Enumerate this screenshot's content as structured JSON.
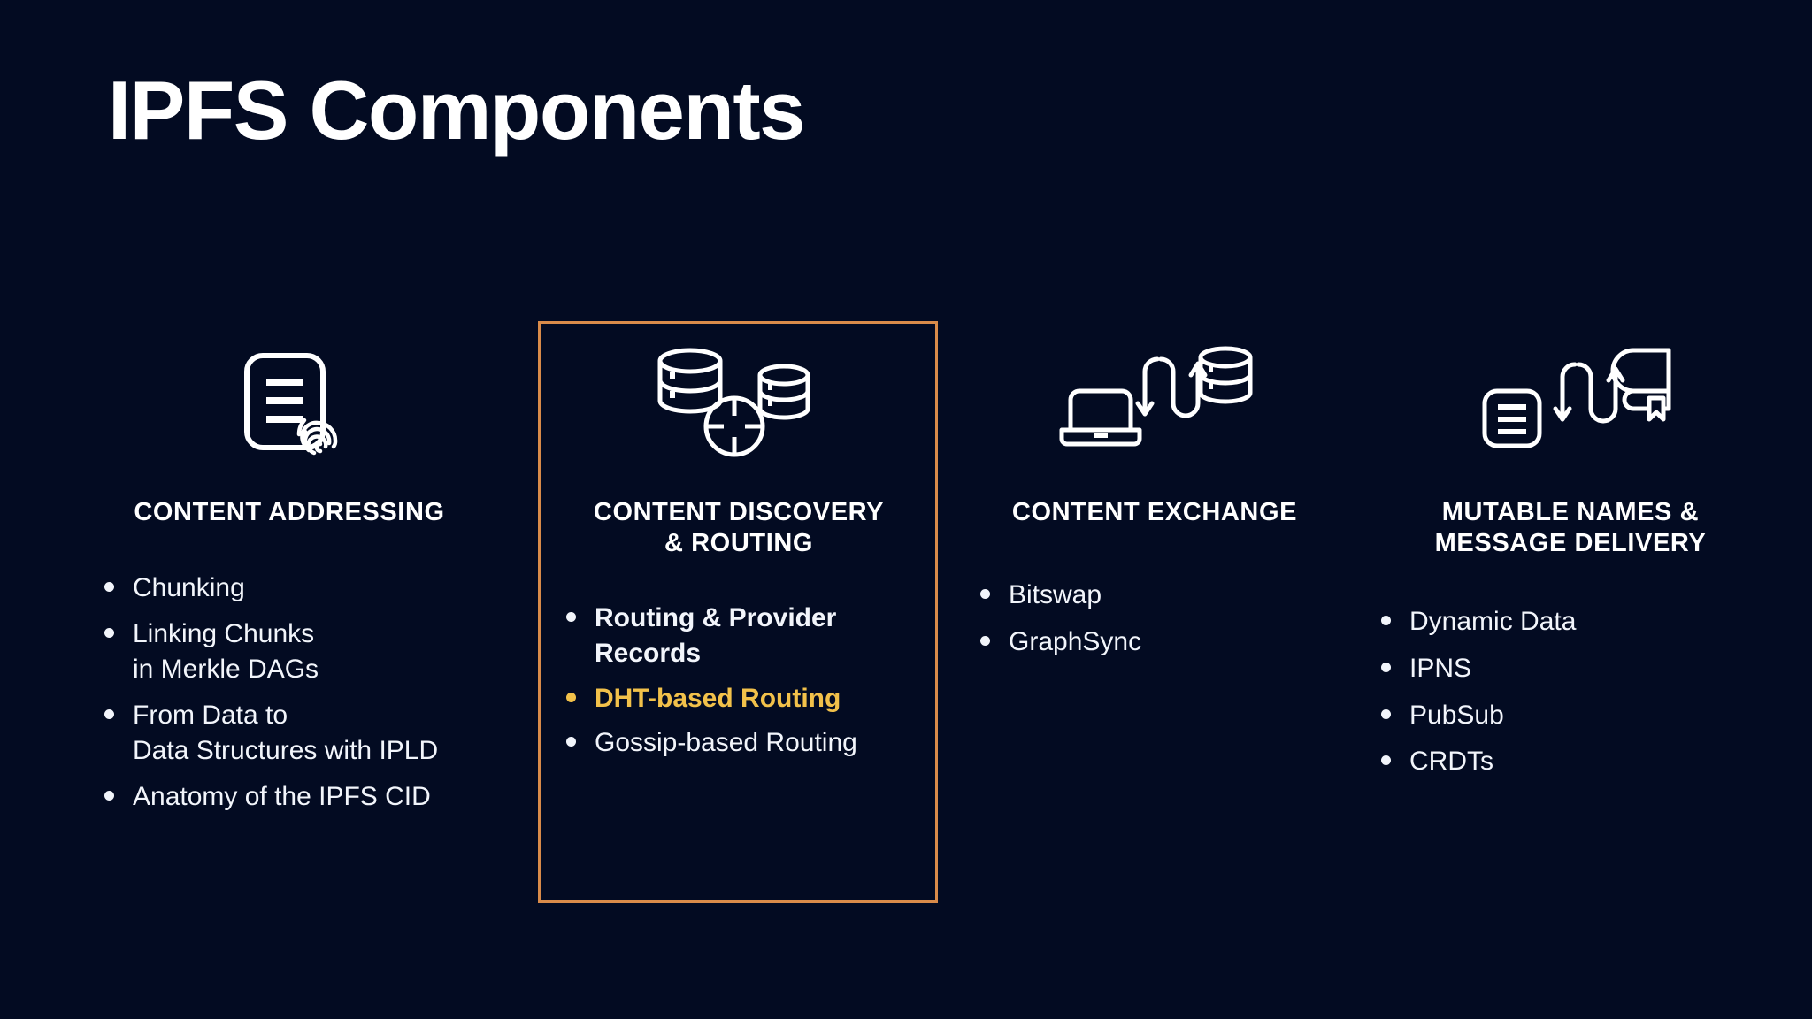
{
  "slide": {
    "title": "IPFS Components",
    "background_color": "#030b22",
    "accent_highlight_color": "#d98b4a",
    "accent_text_color": "#f2c14a",
    "text_color": "#f2f5fb"
  },
  "columns": [
    {
      "id": "content-addressing",
      "heading": "CONTENT ADDRESSING",
      "heading_lines": [
        "CONTENT ADDRESSING"
      ],
      "icon": "document-fingerprint-icon",
      "highlighted": false,
      "bullets": [
        {
          "text": "Chunking",
          "style": "normal"
        },
        {
          "text": "Linking Chunks\nin Merkle DAGs",
          "style": "normal"
        },
        {
          "text": "From Data to\nData Structures with IPLD",
          "style": "normal"
        },
        {
          "text": "Anatomy of the IPFS CID",
          "style": "normal"
        }
      ]
    },
    {
      "id": "content-discovery-routing",
      "heading": "CONTENT DISCOVERY & ROUTING",
      "heading_lines": [
        "CONTENT DISCOVERY",
        "& ROUTING"
      ],
      "icon": "databases-crosshair-icon",
      "highlighted": true,
      "bullets": [
        {
          "text": "Routing & Provider\nRecords",
          "style": "bold"
        },
        {
          "text": "DHT-based Routing",
          "style": "gold"
        },
        {
          "text": "Gossip-based Routing",
          "style": "normal"
        }
      ]
    },
    {
      "id": "content-exchange",
      "heading": "CONTENT EXCHANGE",
      "heading_lines": [
        "CONTENT EXCHANGE"
      ],
      "icon": "laptop-exchange-database-icon",
      "highlighted": false,
      "bullets": [
        {
          "text": "Bitswap",
          "style": "normal"
        },
        {
          "text": "GraphSync",
          "style": "normal"
        }
      ]
    },
    {
      "id": "mutable-names-message-delivery",
      "heading": "MUTABLE NAMES & MESSAGE DELIVERY",
      "heading_lines": [
        "MUTABLE NAMES &",
        "MESSAGE DELIVERY"
      ],
      "icon": "document-exchange-book-icon",
      "highlighted": false,
      "bullets": [
        {
          "text": "Dynamic Data",
          "style": "normal"
        },
        {
          "text": "IPNS",
          "style": "normal"
        },
        {
          "text": "PubSub",
          "style": "normal"
        },
        {
          "text": "CRDTs",
          "style": "normal"
        }
      ]
    }
  ]
}
